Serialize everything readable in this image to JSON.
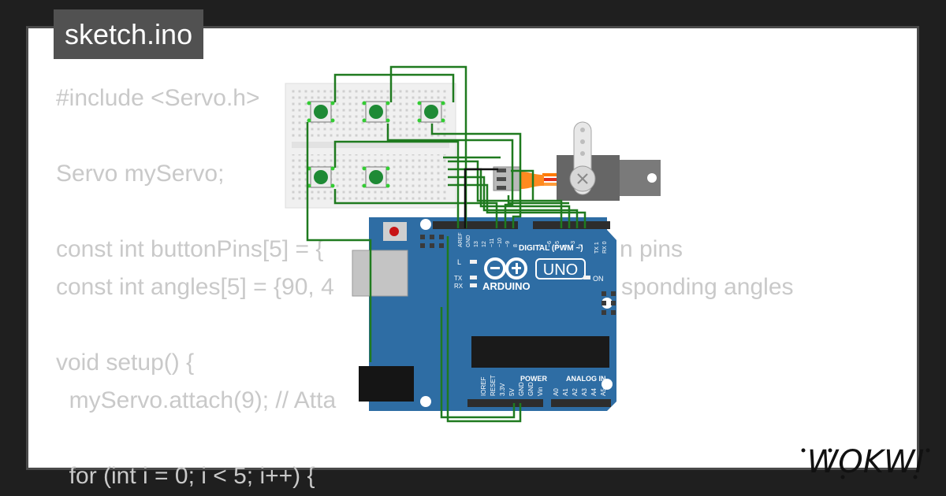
{
  "project": {
    "file_name": "sketch.ino",
    "brand": "WOKWI"
  },
  "code_lines": [
    "#include <Servo.h>",
    "",
    "Servo myServo;",
    "",
    "const int buttonPins[5] = {",
    "const int angles[5] = {90, 4",
    "",
    "void setup() {",
    "  myServo.attach(9); // Atta",
    "",
    "  for (int i = 0; i < 5; i++) {"
  ],
  "code_tail": {
    "line4": "n pins",
    "line5": "sponding angles"
  },
  "board": {
    "name": "UNO",
    "brand": "ARDUINO",
    "digital_label": "DIGITAL (PWM ~)",
    "power_label": "POWER",
    "analog_label": "ANALOG IN",
    "on_label": "ON",
    "l_label": "L",
    "tx_label": "TX",
    "rx_label": "RX",
    "top_pins": [
      "AREF",
      "GND",
      "13",
      "12",
      "~11",
      "~10",
      "~9",
      "8",
      "7",
      "~6",
      "~5",
      "4",
      "~3",
      "2",
      "TX 1",
      "RX 0"
    ],
    "power_pins": [
      "IOREF",
      "RESET",
      "3.3V",
      "5V",
      "GND",
      "GND",
      "Vin"
    ],
    "analog_pins": [
      "A0",
      "A1",
      "A2",
      "A3",
      "A4",
      "A5"
    ]
  },
  "colors": {
    "background": "#1f1f1f",
    "canvas": "#ffffff",
    "frame_border": "#4a4a4a",
    "tab_bg": "#515151",
    "code_text": "#c9c9c9",
    "board": "#2e6da4",
    "wire": "#1f7a1f",
    "button": "#1e8a35",
    "servo_body": "#666666",
    "servo_wire_orange": "#ff7a00",
    "servo_wire_red": "#e0301e"
  }
}
